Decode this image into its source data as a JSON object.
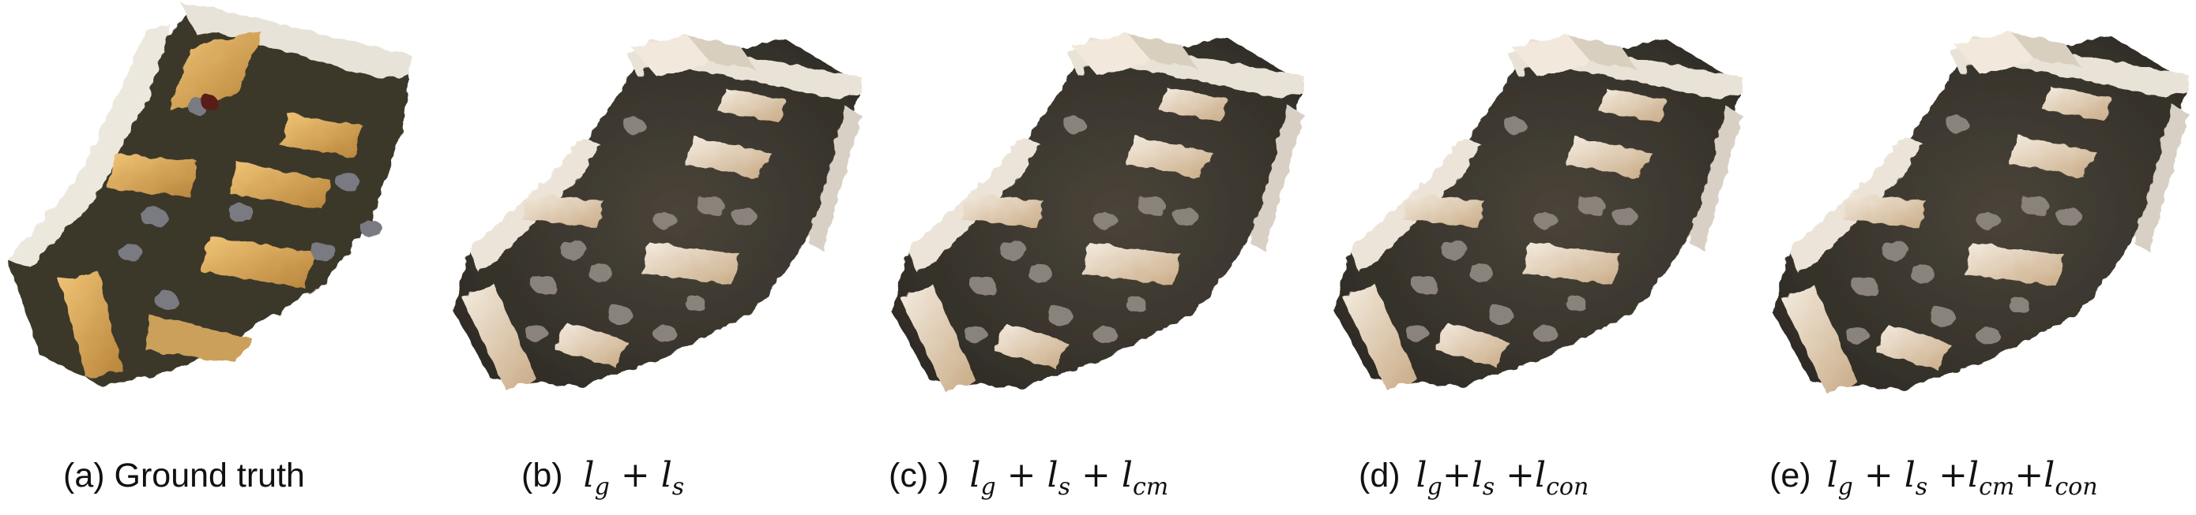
{
  "figure": {
    "panels": [
      {
        "label": "(a)",
        "text": "Ground truth",
        "image_desc_icon": "point-cloud-room-ground-truth"
      },
      {
        "label": "(b)",
        "formula": {
          "t1": "l",
          "s1": "g",
          "op1": "+",
          "t2": "l",
          "s2": "s"
        },
        "image_desc_icon": "point-cloud-room-render"
      },
      {
        "label": "(c) )",
        "formula": {
          "t1": "l",
          "s1": "g",
          "op1": "+",
          "t2": "l",
          "s2": "s",
          "op2": "+",
          "t3": "l",
          "s3": "cm"
        },
        "image_desc_icon": "point-cloud-room-render"
      },
      {
        "label": "(d)",
        "formula": {
          "t1": "l",
          "s1": "g",
          "op1": "+",
          "t2": "l",
          "s2": "s",
          "op2": "+",
          "t3": "l",
          "s3": "con"
        },
        "image_desc_icon": "point-cloud-room-render"
      },
      {
        "label": "(e)",
        "formula": {
          "t1": "l",
          "s1": "g",
          "op1": "+",
          "t2": "l",
          "s2": "s",
          "op2": "+",
          "t3": "l",
          "s3": "cm",
          "op3": "+",
          "t4": "l",
          "s4": "con"
        },
        "image_desc_icon": "point-cloud-room-render"
      }
    ],
    "colors": {
      "gt_floor": "#3b3a2e",
      "gt_wall": "#e9e6dc",
      "gt_desk": "#d9a85a",
      "render_floor": "#3e3a35",
      "render_wall": "#ece3d6",
      "render_desk": "#e6d7c3",
      "chair": "#8d8782"
    }
  }
}
